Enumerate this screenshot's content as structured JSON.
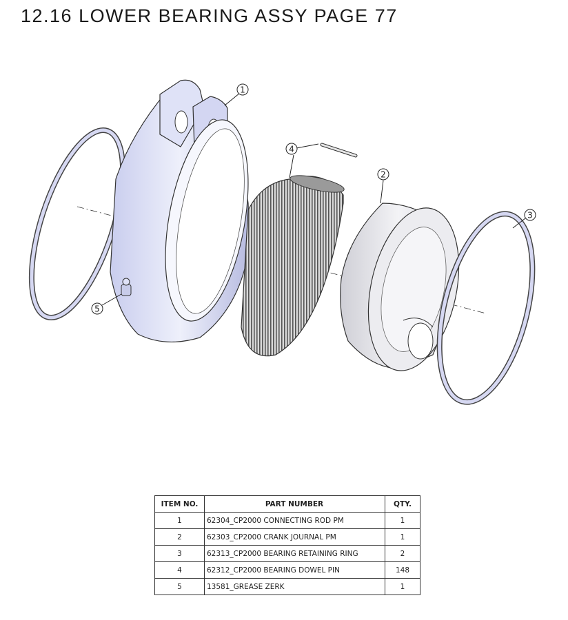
{
  "header": {
    "title": "12.16 LOWER BEARING ASSY PAGE 77"
  },
  "diagram": {
    "callouts": [
      "1",
      "2",
      "3",
      "4",
      "5"
    ]
  },
  "bom": {
    "headers": {
      "item": "ITEM NO.",
      "part": "PART NUMBER",
      "qty": "QTY."
    },
    "rows": [
      {
        "item": "1",
        "part": "62304_CP2000 CONNECTING ROD PM",
        "qty": "1"
      },
      {
        "item": "2",
        "part": "62303_CP2000 CRANK JOURNAL PM",
        "qty": "1"
      },
      {
        "item": "3",
        "part": "62313_CP2000 BEARING RETAINING RING",
        "qty": "2"
      },
      {
        "item": "4",
        "part": "62312_CP2000 BEARING DOWEL PIN",
        "qty": "148"
      },
      {
        "item": "5",
        "part": "13581_GREASE ZERK",
        "qty": "1"
      }
    ]
  },
  "colors": {
    "part_fill": "#dcdff5",
    "part_shade": "#b9bde0",
    "journal_fill": "#e4e4ea",
    "line": "#333333"
  }
}
